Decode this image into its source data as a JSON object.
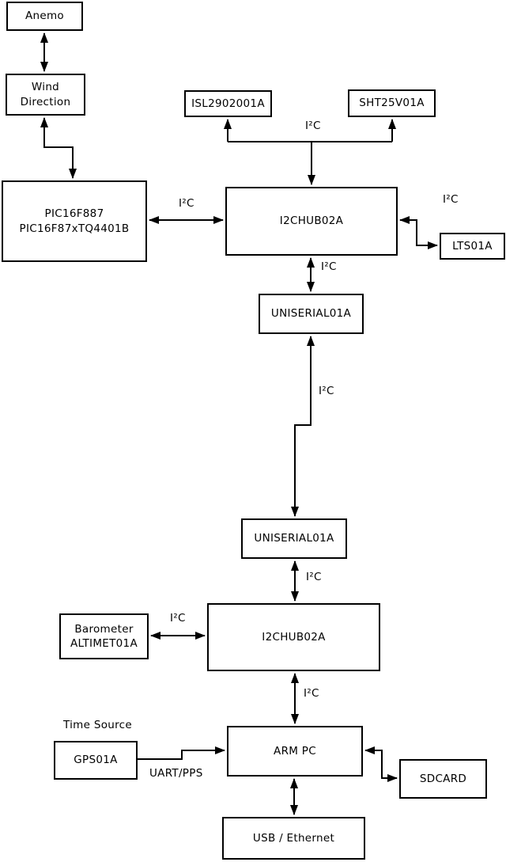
{
  "diagram_type": "block-diagram",
  "colors": {
    "background": "#ffffff",
    "box_fill": "#ffffff",
    "box_border": "#000000",
    "line": "#000000",
    "text": "#000000"
  },
  "nodes": {
    "anemo": {
      "label": "Anemo"
    },
    "wind_direction": {
      "label": "Wind\nDirection"
    },
    "pic": {
      "label": "PIC16F887\nPIC16F87xTQ4401B"
    },
    "isl": {
      "label": "ISL2902001A"
    },
    "sht": {
      "label": "SHT25V01A"
    },
    "i2chub_top": {
      "label": "I2CHUB02A"
    },
    "lts": {
      "label": "LTS01A"
    },
    "uniserial_top": {
      "label": "UNISERIAL01A"
    },
    "uniserial_bottom": {
      "label": "UNISERIAL01A"
    },
    "i2chub_bottom": {
      "label": "I2CHUB02A"
    },
    "barometer": {
      "label": "Barometer\nALTIMET01A"
    },
    "arm_pc": {
      "label": "ARM PC"
    },
    "gps": {
      "label": "GPS01A"
    },
    "sdcard": {
      "label": "SDCARD"
    },
    "usb_ethernet": {
      "label": "USB / Ethernet"
    }
  },
  "edge_labels": {
    "i2c_isl_sht": {
      "text": "I²C"
    },
    "i2c_pic_hub": {
      "text": "I²C"
    },
    "i2c_hub_lts": {
      "text": "I²C"
    },
    "i2c_hub_uniserial": {
      "text": "I²C"
    },
    "i2c_uniserial_link": {
      "text": "I²C"
    },
    "i2c_uniserial_hub2": {
      "text": "I²C"
    },
    "i2c_baro_hub": {
      "text": "I²C"
    },
    "i2c_hub_armpc": {
      "text": "I²C"
    },
    "time_source": {
      "text": "Time Source"
    },
    "uart_pps": {
      "text": "UART/PPS"
    }
  },
  "edges": [
    {
      "from": "anemo",
      "to": "wind_direction",
      "bidirectional": true,
      "label": ""
    },
    {
      "from": "wind_direction",
      "to": "pic",
      "bidirectional": true,
      "label": ""
    },
    {
      "from": "i2chub_top",
      "to": "pic",
      "bidirectional": true,
      "label": "I²C"
    },
    {
      "from": "i2chub_top",
      "to": "isl",
      "bidirectional": false,
      "label": "I²C"
    },
    {
      "from": "i2chub_top",
      "to": "sht",
      "bidirectional": false,
      "label": "I²C"
    },
    {
      "from": "i2chub_top",
      "to": "lts",
      "bidirectional": true,
      "label": "I²C"
    },
    {
      "from": "i2chub_top",
      "to": "uniserial_top",
      "bidirectional": true,
      "label": "I²C"
    },
    {
      "from": "uniserial_top",
      "to": "uniserial_bottom",
      "bidirectional": true,
      "label": "I²C"
    },
    {
      "from": "uniserial_bottom",
      "to": "i2chub_bottom",
      "bidirectional": true,
      "label": "I²C"
    },
    {
      "from": "i2chub_bottom",
      "to": "barometer",
      "bidirectional": true,
      "label": "I²C"
    },
    {
      "from": "i2chub_bottom",
      "to": "arm_pc",
      "bidirectional": true,
      "label": "I²C"
    },
    {
      "from": "gps",
      "to": "arm_pc",
      "bidirectional": false,
      "label": "UART/PPS"
    },
    {
      "from": "arm_pc",
      "to": "sdcard",
      "bidirectional": true,
      "label": ""
    },
    {
      "from": "arm_pc",
      "to": "usb_ethernet",
      "bidirectional": true,
      "label": ""
    }
  ]
}
